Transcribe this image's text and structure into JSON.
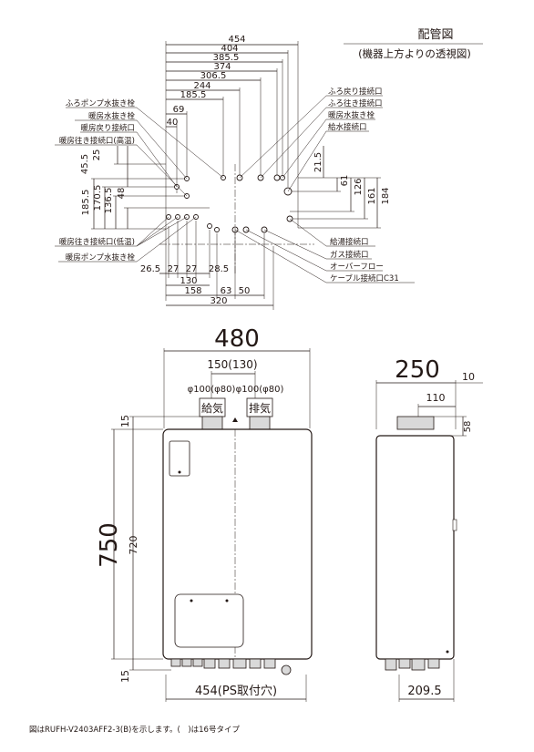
{
  "piping": {
    "title": "配管図",
    "subtitle": "(機器上方よりの透視図)",
    "top_dims": [
      "454",
      "404",
      "385.5",
      "374",
      "306.5",
      "244",
      "185.5",
      "69",
      "40"
    ],
    "left_vdims": [
      "45.5",
      "25",
      "185.5",
      "170.5",
      "136.5",
      "48"
    ],
    "right_vdims": [
      "21.5",
      "61",
      "126",
      "161",
      "184"
    ],
    "bottom_dims": [
      "26.5",
      "27",
      "27",
      "28.5",
      "130",
      "158",
      "63",
      "50",
      "320"
    ],
    "labels_left_top": [
      "ふろポンプ水抜き栓",
      "暖房水抜き栓",
      "暖房戻り接続口",
      "暖房往き接続口(高温)"
    ],
    "labels_left_bottom": [
      "暖房往き接続口(低温)",
      "暖房ポンプ水抜き栓"
    ],
    "labels_right_top": [
      "ふろ戻り接続口",
      "ふろ往き接続口",
      "暖房水抜き栓",
      "給水接続口"
    ],
    "labels_right_bottom": [
      "給湯接続口",
      "ガス接続口",
      "オーバーフロー",
      "ケーブル接続口C31"
    ]
  },
  "front": {
    "width": "480",
    "pipe_spacing": "150(130)",
    "intake_dia": "φ100(φ80)",
    "exhaust_dia": "φ100(φ80)",
    "intake_label": "給気",
    "exhaust_label": "排気",
    "height": "750",
    "inner_height": "720",
    "top_margin": "15",
    "bottom_margin": "15",
    "bottom_width": "454(PS取付穴)"
  },
  "side": {
    "depth": "250",
    "top_offset": "10",
    "pipe_offset": "110",
    "pipe_height": "58",
    "bottom_depth": "209.5"
  },
  "footnote": "図はRUFH-V2403AFF2-3(B)を示します。(　)は16号タイプ"
}
